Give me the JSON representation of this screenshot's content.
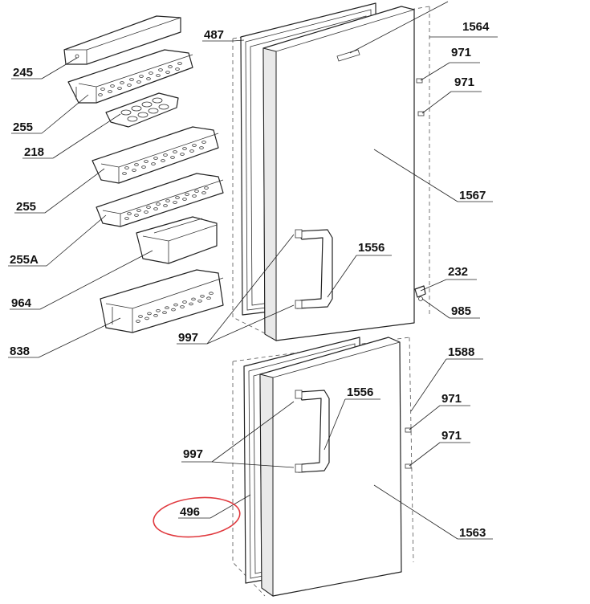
{
  "diagram": {
    "accent_color": "#e0393e",
    "part_numbers": {
      "p245": "245",
      "p255_a": "255",
      "p218": "218",
      "p255_b": "255",
      "p255A": "255A",
      "p964": "964",
      "p838": "838",
      "p487": "487",
      "p1564": "1564",
      "p971_a": "971",
      "p971_b": "971",
      "p1567": "1567",
      "p1556_a": "1556",
      "p232": "232",
      "p985": "985",
      "p997_a": "997",
      "p1588": "1588",
      "p1556_b": "1556",
      "p971_c": "971",
      "p971_d": "971",
      "p997_b": "997",
      "p496": "496",
      "p1563": "1563"
    }
  }
}
